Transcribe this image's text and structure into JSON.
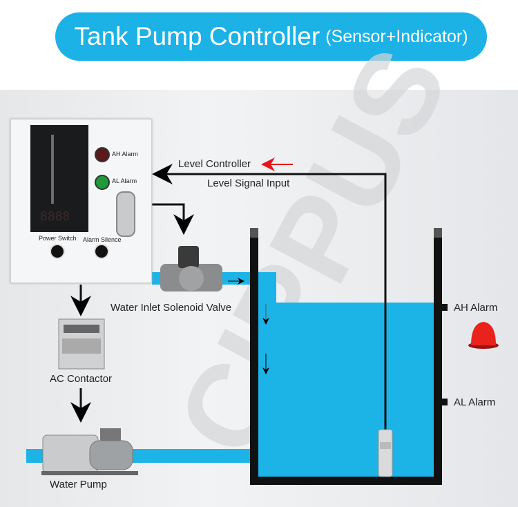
{
  "title": {
    "main": "Tank Pump Controller",
    "sub": "(Sensor+Indicator)",
    "color": "#1cb2e6"
  },
  "watermark": "CIPPUS",
  "panel": {
    "ah_alarm": "AH Alarm",
    "al_alarm": "AL Alarm",
    "power_switch": "Power Switch",
    "alarm_silence": "Alarm Silence",
    "display": "8888"
  },
  "labels": {
    "level_controller": "Level Controller",
    "level_signal_input": "Level Signal Input",
    "solenoid_valve": "Water Inlet Solenoid Valve",
    "ac_contactor": "AC Contactor",
    "water_pump": "Water Pump",
    "ah_alarm": "AH Alarm",
    "al_alarm": "AL Alarm"
  },
  "colors": {
    "water": "#1cb3e6",
    "arrow_red": "#e8141b"
  }
}
